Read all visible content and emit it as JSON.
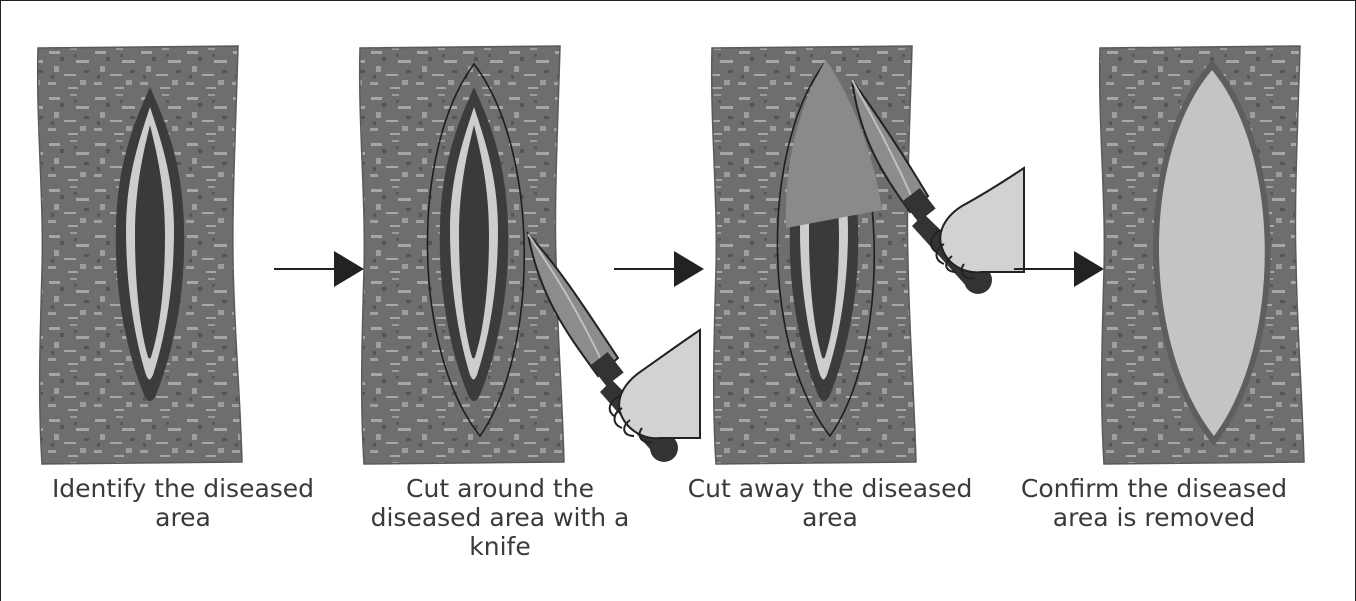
{
  "steps": [
    {
      "caption": "Identify the diseased area"
    },
    {
      "caption": "Cut around the diseased area with a knife"
    },
    {
      "caption": "Cut away the diseased area"
    },
    {
      "caption": "Confirm the diseased area is removed"
    }
  ],
  "colors": {
    "bark": "#6e6e6e",
    "bark_light": "#a6a6a6",
    "bark_dark": "#4d4d4d",
    "canker_dark": "#3c3c3c",
    "canker_ring": "#c8c8c8",
    "wound": "#c4c4c4",
    "knife_blade": "#8c8c8c",
    "knife_handle": "#333333",
    "hand": "#d2d2d2",
    "arrow": "#222222"
  }
}
